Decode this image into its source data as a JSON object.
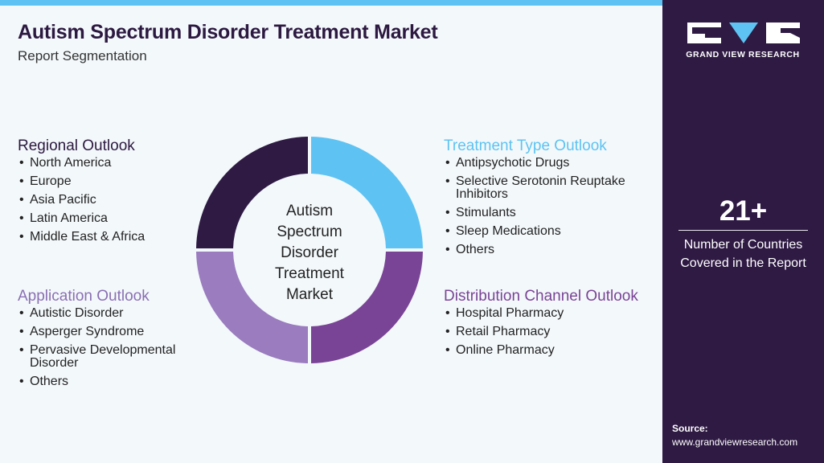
{
  "header": {
    "title": "Autism Spectrum Disorder Treatment Market",
    "subtitle": "Report Segmentation"
  },
  "center": {
    "lines": [
      "Autism",
      "Spectrum",
      "Disorder",
      "Treatment",
      "Market"
    ]
  },
  "segments": {
    "regional": {
      "title": "Regional Outlook",
      "items": [
        "North America",
        "Europe",
        "Asia Pacific",
        "Latin America",
        "Middle East & Africa"
      ]
    },
    "application": {
      "title": "Application Outlook",
      "items": [
        "Autistic Disorder",
        "Asperger Syndrome",
        "Pervasive Developmental Disorder",
        "Others"
      ]
    },
    "treatment": {
      "title": "Treatment Type Outlook",
      "items": [
        "Antipsychotic Drugs",
        "Selective Serotonin Reuptake Inhibitors",
        "Stimulants",
        "Sleep Medications",
        "Others"
      ]
    },
    "distribution": {
      "title": "Distribution Channel Outlook",
      "items": [
        "Hospital Pharmacy",
        "Retail Pharmacy",
        "Online Pharmacy"
      ]
    }
  },
  "donut": {
    "quadrants": [
      {
        "segment": "treatment",
        "color": "#5ec3f2"
      },
      {
        "segment": "distribution",
        "color": "#7a4496"
      },
      {
        "segment": "application",
        "color": "#9a7cbf"
      },
      {
        "segment": "regional",
        "color": "#2f1a44"
      }
    ]
  },
  "sidebar": {
    "brand": "GRAND VIEW RESEARCH",
    "stat_value": "21+",
    "stat_label_line1": "Number of Countries",
    "stat_label_line2": "Covered in the Report",
    "source_label": "Source:",
    "source_url": "www.grandviewresearch.com"
  }
}
